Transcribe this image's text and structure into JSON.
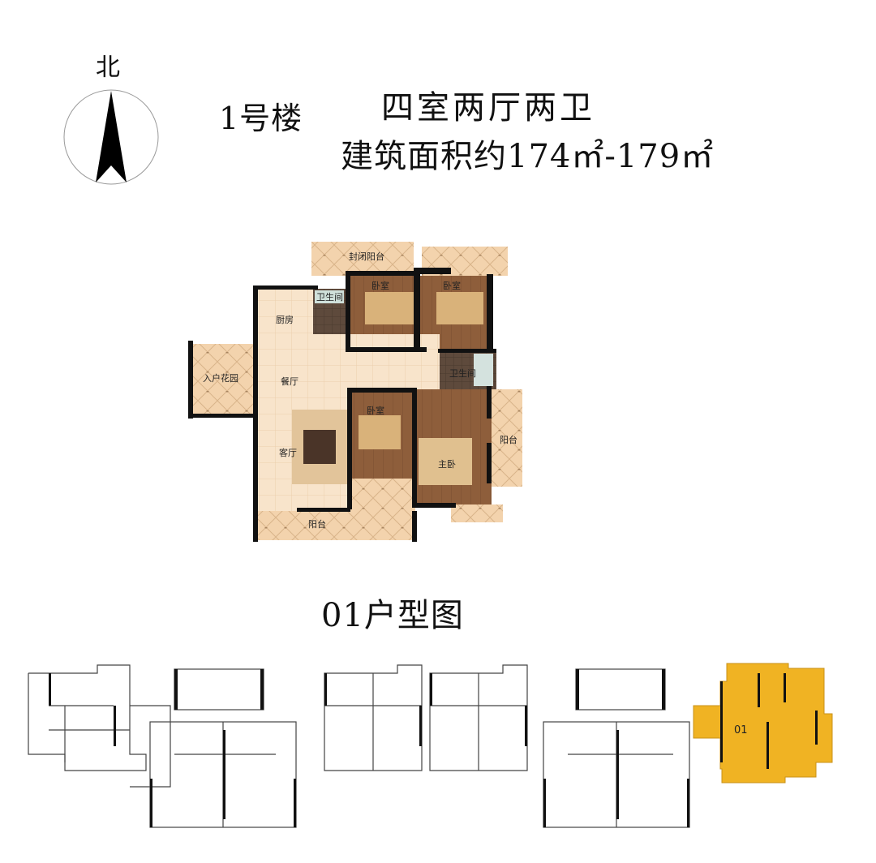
{
  "compass": {
    "label": "北",
    "icon": "north-arrow-icon"
  },
  "header": {
    "building": "1号楼",
    "layout_type": "四室两厅两卫",
    "area": "建筑面积约174㎡-179㎡"
  },
  "floor_plan": {
    "rooms": [
      {
        "id": "enclosed-balcony",
        "label": "封闭阳台"
      },
      {
        "id": "bedroom-north-1",
        "label": "卧室"
      },
      {
        "id": "bedroom-north-2",
        "label": "卧室"
      },
      {
        "id": "bathroom-1",
        "label": "卫生间"
      },
      {
        "id": "kitchen",
        "label": "厨房"
      },
      {
        "id": "entry-garden",
        "label": "入户花园"
      },
      {
        "id": "dining",
        "label": "餐厅"
      },
      {
        "id": "bathroom-2",
        "label": "卫生间"
      },
      {
        "id": "living",
        "label": "客厅"
      },
      {
        "id": "bedroom-south",
        "label": "卧室"
      },
      {
        "id": "master-bedroom",
        "label": "主卧"
      },
      {
        "id": "balcony-east",
        "label": "阳台"
      },
      {
        "id": "balcony-south",
        "label": "阳台"
      }
    ]
  },
  "unit_caption": "01户型图",
  "site_plan": {
    "highlight_label": "01",
    "highlight_color": "#F0B323"
  },
  "colors": {
    "wall": "#111111",
    "floor_tile": "#F6DDBE",
    "wood_floor": "#8A5A3A",
    "balcony_tile": "#F2CFA6"
  }
}
